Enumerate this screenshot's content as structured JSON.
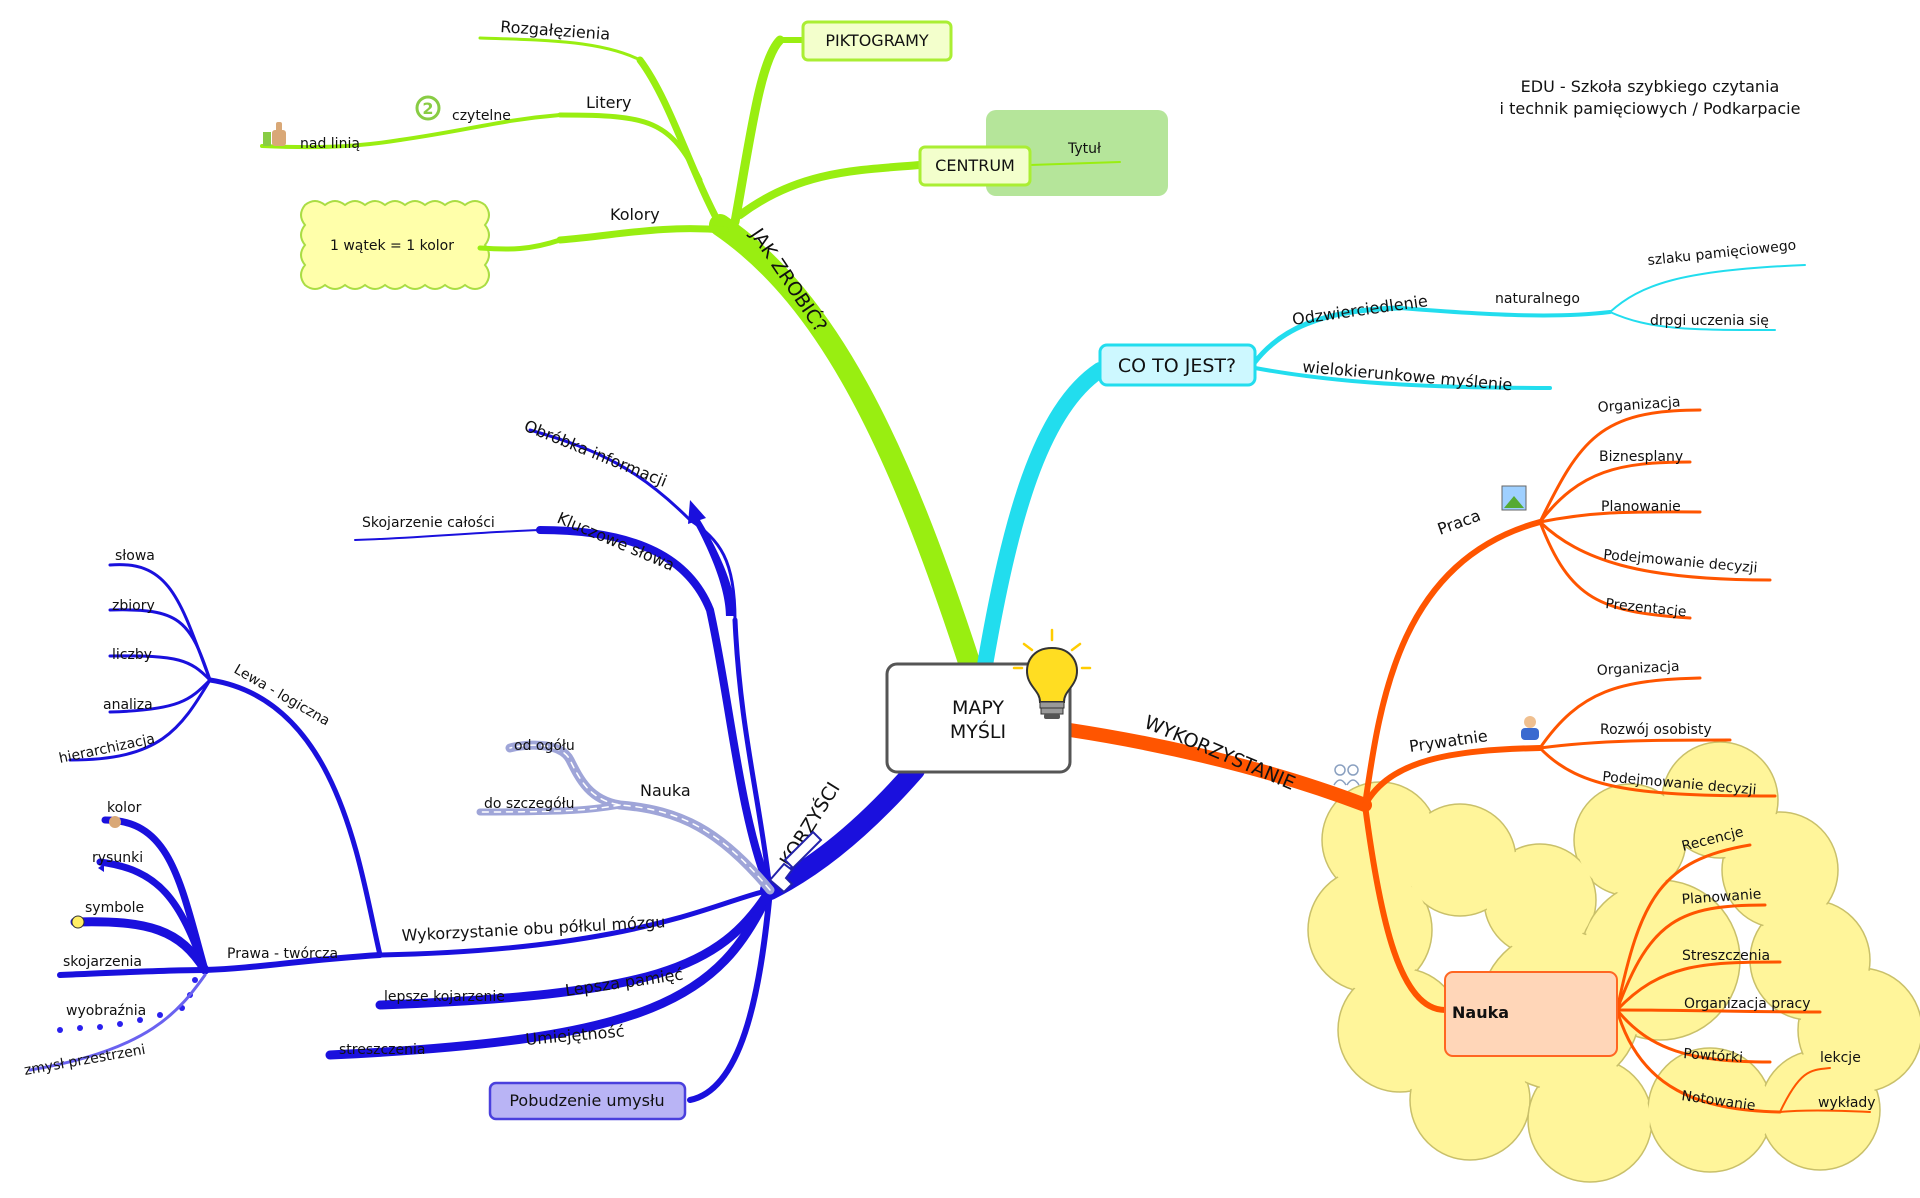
{
  "colors": {
    "center_border": "#555555",
    "jak": "#99ee11",
    "co": "#22ddee",
    "wyk": "#ff5500",
    "korz": "#1a10dd",
    "cloud": "#fff59a",
    "green_box": "#b5e59a",
    "nauka_box": "#ffd6b8",
    "pobudzenie_box": "#b9b4f5"
  },
  "header": {
    "line1": "EDU - Szkoła szybkiego czytania",
    "line2": "i technik pamięciowych / Podkarpacie"
  },
  "center": {
    "line1": "MAPY",
    "line2": "MYŚLI",
    "icon": "lightbulb-icon"
  },
  "jak": {
    "label": "JAK ZROBIĆ?",
    "rozgalezienia": "Rozgałęzienia",
    "litery": "Litery",
    "czytelne": "czytelne",
    "nad_linia": "nad linią",
    "number_badge": "2",
    "kolory": "Kolory",
    "watek": "1 wątek = 1 kolor",
    "piktogramy": "PIKTOGRAMY",
    "centrum": "CENTRUM",
    "tytul": "Tytuł"
  },
  "co": {
    "label": "CO TO JEST?",
    "odzwierciedlenie": "Odzwierciedlenie",
    "naturalnego": "naturalnego",
    "szlaku": "szlaku pamięciowego",
    "drogi": "drpgi uczenia się",
    "wielokierunkowe": "wielokierunkowe myślenie"
  },
  "wyk": {
    "label": "WYKORZYSTANIE",
    "praca": "Praca",
    "praca_items": [
      "Organizacja",
      "Biznesplany",
      "Planowanie",
      "Podejmowanie decyzji",
      "Prezentacje"
    ],
    "prywatnie": "Prywatnie",
    "prywatnie_items": [
      "Organizacja",
      "Rozwój osobisty",
      "Podejmowanie decyzji"
    ],
    "nauka": "Nauka",
    "nauka_items": [
      "Recencje",
      "Planowanie",
      "Streszczenia",
      "Organizacja pracy",
      "Powtórki",
      "Notowanie"
    ],
    "lekcje": "lekcje",
    "wyklady": "wykłady"
  },
  "korz": {
    "label": "KORZYŚCI",
    "obrobka": "Obróbka informacji",
    "kluczowe": "Kluczowe słowa",
    "skojarzenie": "Skojarzenie całości",
    "lewa": "Lewa - logiczna",
    "lewa_items": [
      "słowa",
      "zbiory",
      "liczby",
      "analiza",
      "hierarchizacja"
    ],
    "nauka": "Nauka",
    "od_ogolu": "od ogółu",
    "do_szczegolu": "do szczegółu",
    "wykorzystanie": "Wykorzystanie obu półkul mózgu",
    "prawa": "Prawa - twórcza",
    "prawa_items": [
      "kolor",
      "rysunki",
      "symbole",
      "skojarzenia",
      "wyobraźnia",
      "zmysł przestrzeni"
    ],
    "lepsza": "Lepsza pamięć",
    "lepsze_kojarzenie": "lepsze kojarzenie",
    "umiejetnosc": "Umiejętność",
    "streszczenia": "streszczenia",
    "pobudzenie": "Pobudzenie umysłu"
  }
}
